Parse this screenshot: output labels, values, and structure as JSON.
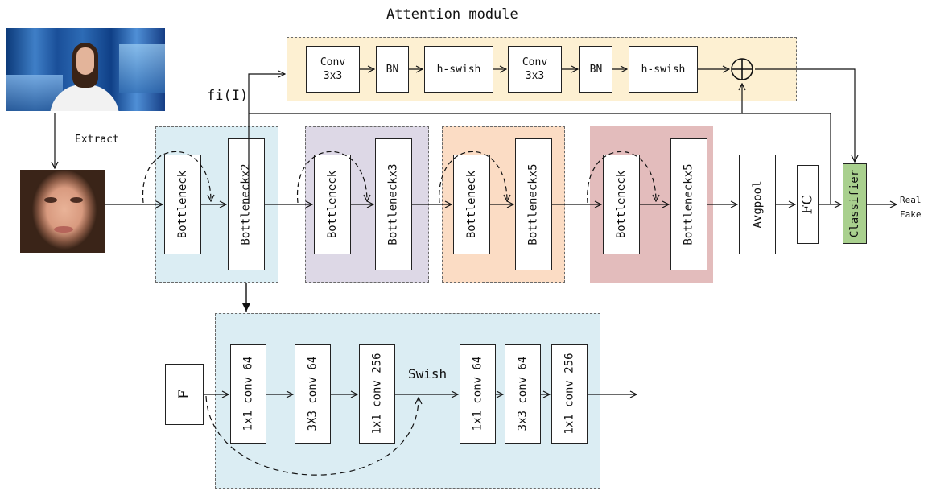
{
  "title": "Attention module",
  "labels": {
    "extract": "Extract",
    "fi": "fi(I)",
    "swish": "Swish",
    "real": "Real",
    "fake": "Fake"
  },
  "attention": [
    "Conv 3x3",
    "BN",
    "h-swish",
    "Conv 3x3",
    "BN",
    "h-swish"
  ],
  "stages": [
    {
      "a": "Bottleneck",
      "b": "Bottleneckx2"
    },
    {
      "a": "Bottleneck",
      "b": "Bottleneckx3"
    },
    {
      "a": "Bottleneck",
      "b": "Bottleneckx5"
    },
    {
      "a": "Bottleneck",
      "b": "Bottleneckx5"
    }
  ],
  "head": {
    "avgpool": "Avgpool",
    "fc": "FC",
    "classifier": "Classifier"
  },
  "detail": {
    "input": "F",
    "blocks": [
      "1x1 conv 64",
      "3X3 conv 64",
      "1x1 conv 256",
      "1x1 conv 64",
      "3x3 conv 64",
      "1x1 conv 256"
    ]
  },
  "colors": {
    "attention_bg": "#fdf0d2",
    "stage1_bg": "#dbedf3",
    "stage2_bg": "#ddd8e6",
    "stage3_bg": "#fbdcc4",
    "stage4_bg": "#e3bcbc",
    "detail_bg": "#dbedf3",
    "classifier_bg": "#a9d08e"
  }
}
